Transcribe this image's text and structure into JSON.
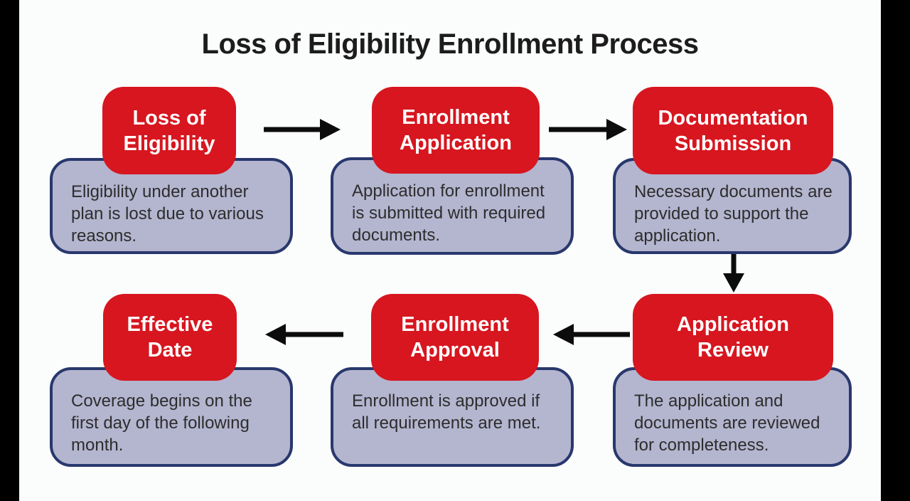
{
  "title": "Loss of Eligibility Enrollment Process",
  "colors": {
    "page_bg": "#fbfcfc",
    "bar": "#000000",
    "step_fill": "#d7161f",
    "step_text": "#ffffff",
    "desc_fill": "#b4b5cf",
    "desc_border": "#28386d",
    "desc_text": "#2d2d2d",
    "arrow": "#0c0c0c",
    "title_text": "#1c1c1c"
  },
  "steps": [
    {
      "id": "loss-of-eligibility",
      "label": "Loss of Eligibility",
      "description": "Eligibility under another plan is lost due to various reasons."
    },
    {
      "id": "enrollment-application",
      "label": "Enrollment Application",
      "description": "Application for enrollment is submitted with required documents."
    },
    {
      "id": "documentation-submission",
      "label": "Documentation Submission",
      "description": "Necessary documents are provided to support the application."
    },
    {
      "id": "application-review",
      "label": "Application Review",
      "description": "The application and documents are reviewed for completeness."
    },
    {
      "id": "enrollment-approval",
      "label": "Enrollment Approval",
      "description": "Enrollment is approved if all requirements are met."
    },
    {
      "id": "effective-date",
      "label": "Effective Date",
      "description": "Coverage begins on the first day of the following month."
    }
  ],
  "arrows": [
    {
      "id": "arrow-1",
      "from": "Loss of Eligibility",
      "to": "Enrollment Application",
      "direction": "right"
    },
    {
      "id": "arrow-2",
      "from": "Enrollment Application",
      "to": "Documentation Submission",
      "direction": "right"
    },
    {
      "id": "arrow-3",
      "from": "Documentation Submission",
      "to": "Application Review",
      "direction": "down"
    },
    {
      "id": "arrow-4",
      "from": "Application Review",
      "to": "Enrollment Approval",
      "direction": "left"
    },
    {
      "id": "arrow-5",
      "from": "Enrollment Approval",
      "to": "Effective Date",
      "direction": "left"
    }
  ]
}
